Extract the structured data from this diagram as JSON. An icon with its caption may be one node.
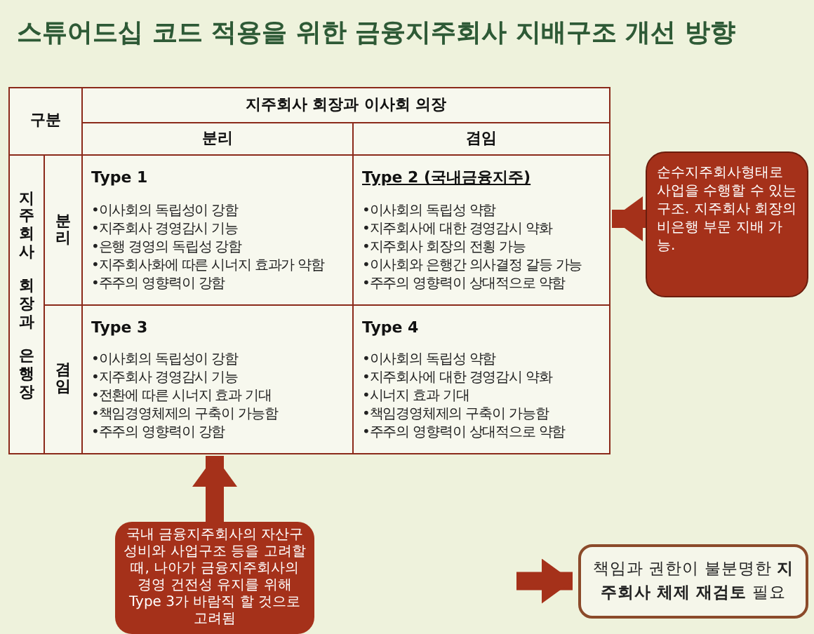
{
  "diagram": {
    "title": "스튜어드십 코드 적용을 위한 금융지주회사 지배구조 개선 방향",
    "nodes": [
      {
        "text": [
          "Type 1",
          "•이사회의 독립성이 강함",
          "•지주회사 경영감시 기능",
          "•은행 경영의 독립성 강함",
          "•지주회사화에 따른 시너지 효과가 약함",
          "•주주의 영향력이 강함"
        ]
      },
      {
        "text": [
          "Type 2 (국내금융지주)",
          "•이사회의 독립성 약함",
          "•지주회사에 대한 경영감시 약화",
          "•지주회사 회장의 전횡 가능",
          "•이사회와 은행간 의사결정 갈등 가능",
          "•주주의 영향력이 상대적으로 약함"
        ]
      },
      {
        "text": [
          "Type 3",
          "•이사회의 독립성이 강함",
          "•지주회사 경영감시 기능",
          "•전환에 따른 시너지 효과 기대",
          "•책임경영체제의 구축이 가능함",
          "•주주의 영향력이 강함"
        ]
      },
      {
        "text": [
          "Type 4",
          "•이사회의 독립성 약함",
          "•지주회사에 대한 경영감시 약화",
          "•시너지 효과 기대",
          "•책임경영체제의 구축이 가능함",
          "•주주의 영향력이 상대적으로 약함"
        ]
      },
      {
        "text": [
          "순수지주회사형태로 사업을 수행할 수 있는 구조. 지주회사 회장의 비은행 부문 지배 가능."
        ]
      },
      {
        "text": [
          "국내 금융지주회사의 자산구성비와 사업구조 등을 고려할 때, 나아가 금융지주회사의 경영 건전성 유지를 위해 Type 3가 바람직 할 것으로 고려됨"
        ]
      },
      {
        "text": [
          "책임과 권한이 불분명한 **지주회사 체제 재검토** 필요"
        ]
      }
    ],
    "edges": [
      {
        "from": 4,
        "to": 1,
        "arrow": "to"
      },
      {
        "from": 5,
        "to": 2,
        "arrow": "to"
      },
      {
        "from": null,
        "to": 6,
        "arrow": "to"
      }
    ],
    "labels": [
      "구분",
      "지주회사 회장과 이사회 의장",
      "분리",
      "겸임",
      "지주회사 회장과 은행장",
      "분리",
      "겸임"
    ]
  }
}
